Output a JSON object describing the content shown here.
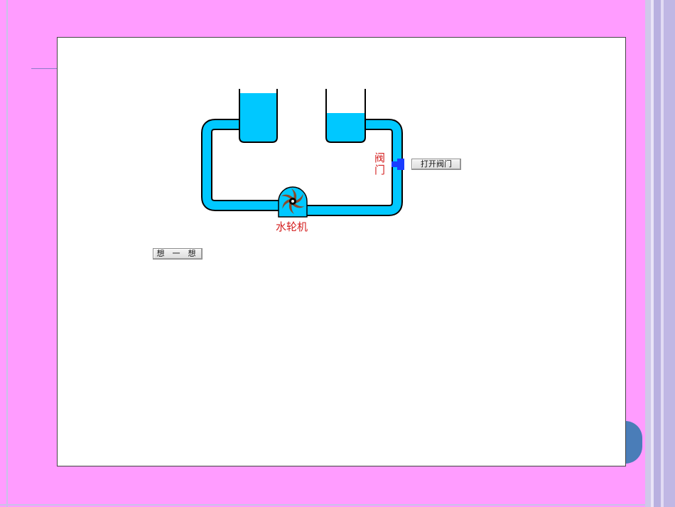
{
  "colors": {
    "slide_background": "#FF9CFF",
    "water": "#00C8FF",
    "label_red": "#D42020",
    "valve_blue": "#1A3CFF",
    "turbine_blade": "#8B4A2B"
  },
  "diagram": {
    "valve_label": "阀门",
    "turbine_label": "水轮机"
  },
  "controls": {
    "open_valve_button": "打开阀门",
    "think_button": "想 一 想"
  },
  "icons": {
    "valve": "valve-icon",
    "turbine": "turbine-icon"
  }
}
